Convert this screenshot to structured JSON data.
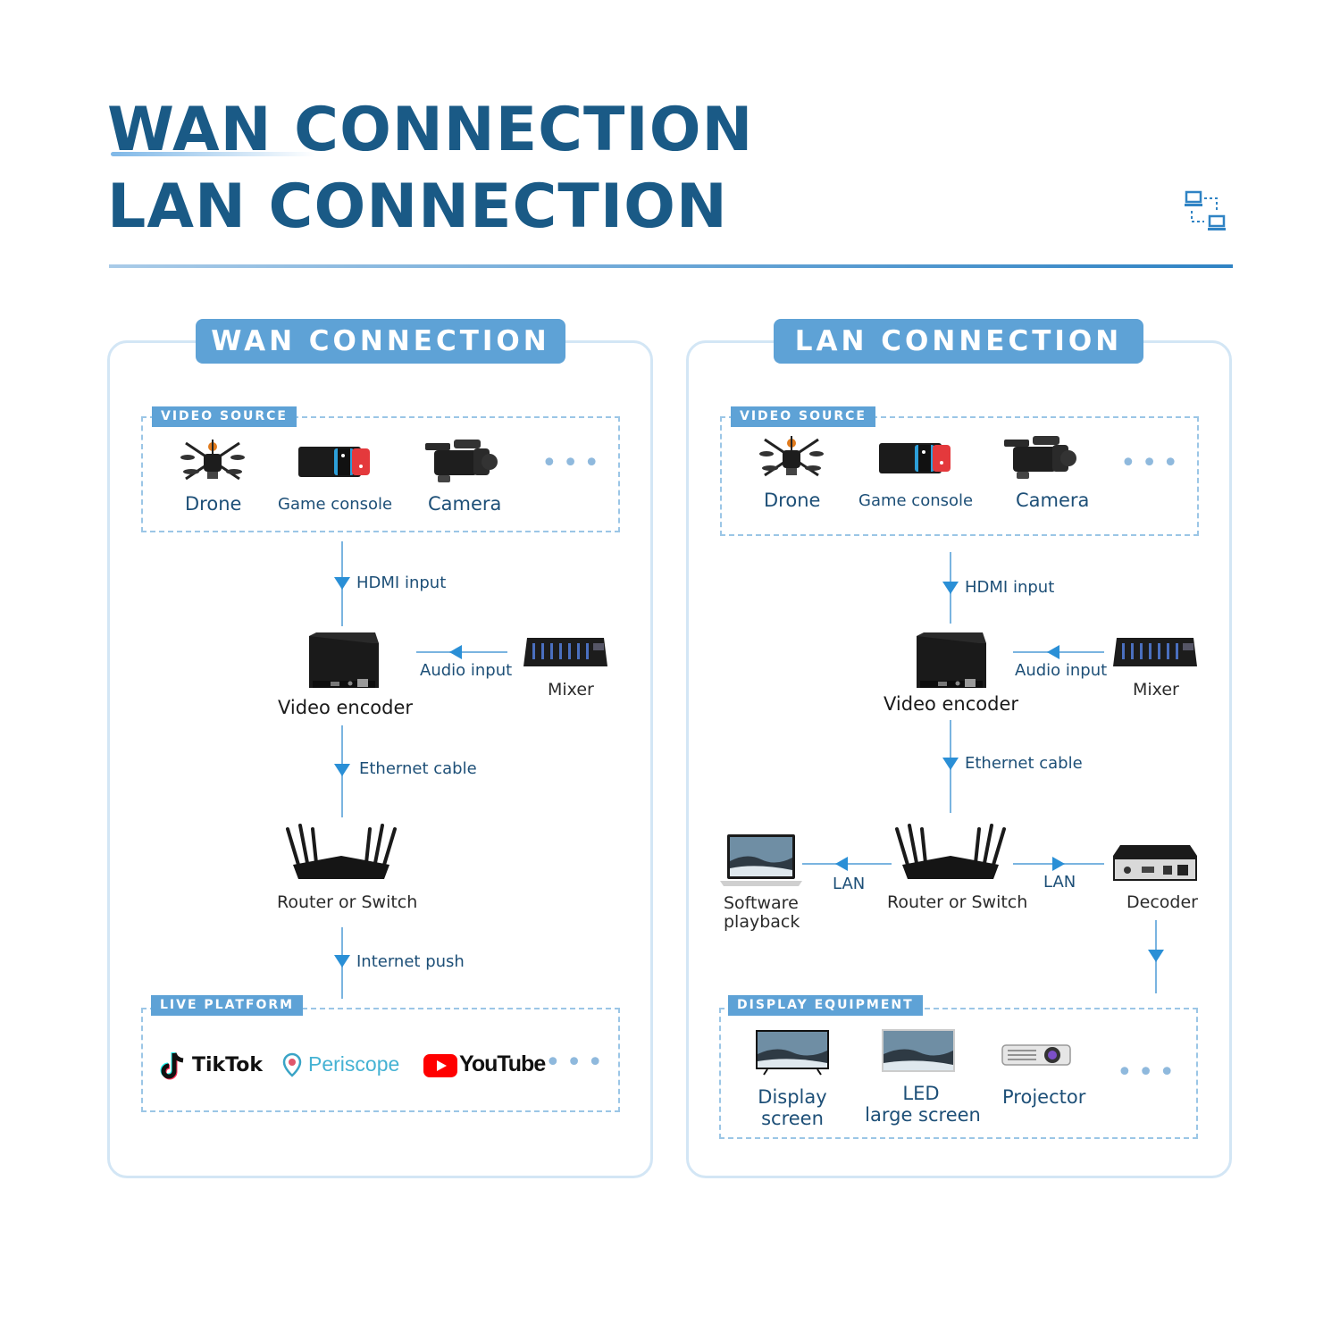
{
  "header": {
    "line1": "WAN CONNECTION",
    "line2": "LAN CONNECTION",
    "icon": "network-icon"
  },
  "wan": {
    "title": "WAN CONNECTION",
    "video_source_tag": "VIDEO SOURCE",
    "sources": [
      "Drone",
      "Game console",
      "Camera"
    ],
    "hdmi": "HDMI input",
    "encoder": "Video encoder",
    "audio": "Audio input",
    "mixer": "Mixer",
    "ethernet": "Ethernet cable",
    "router": "Router or Switch",
    "push": "Internet push",
    "live_platform_tag": "LIVE PLATFORM",
    "platforms": [
      "TikTok",
      "Periscope",
      "YouTube"
    ]
  },
  "lan": {
    "title": "LAN CONNECTION",
    "video_source_tag": "VIDEO SOURCE",
    "sources": [
      "Drone",
      "Game console",
      "Camera"
    ],
    "hdmi": "HDMI input",
    "encoder": "Video encoder",
    "audio": "Audio input",
    "mixer": "Mixer",
    "ethernet": "Ethernet cable",
    "router": "Router or Switch",
    "lan_left": "LAN",
    "lan_right": "LAN",
    "software_line1": "Software",
    "software_line2": "playback",
    "decoder": "Decoder",
    "display_tag": "DISPLAY EQUIPMENT",
    "display_line1": "Display",
    "display_line2": "screen",
    "led_line1": "LED",
    "led_line2": "large screen",
    "projector": "Projector"
  },
  "colors": {
    "title": "#1a5a86",
    "accent": "#5ea2d6",
    "arrow": "#2a8fd6",
    "border": "#d3e6f5"
  }
}
